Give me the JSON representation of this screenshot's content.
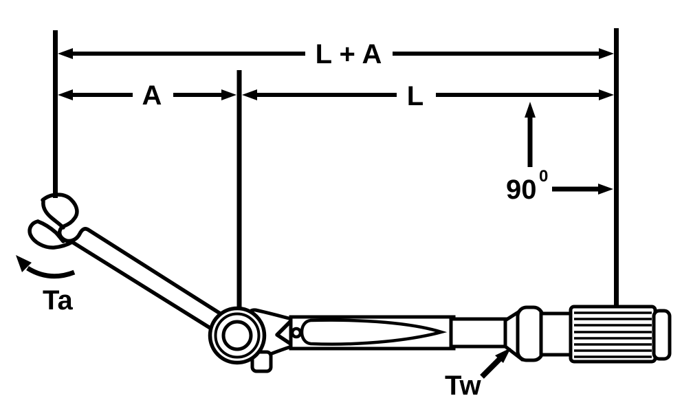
{
  "diagram": {
    "description": "Torque wrench with open-end adapter extension: dimension and torque calculation diagram",
    "ink_color": "#000000",
    "background_color": "#ffffff",
    "labels": {
      "total_length": "L + A",
      "adapter_length": "A",
      "wrench_length": "L",
      "angle_value": "90",
      "angle_superscript": "0",
      "adapter_torque": "Ta",
      "wrench_torque": "Tw"
    }
  }
}
